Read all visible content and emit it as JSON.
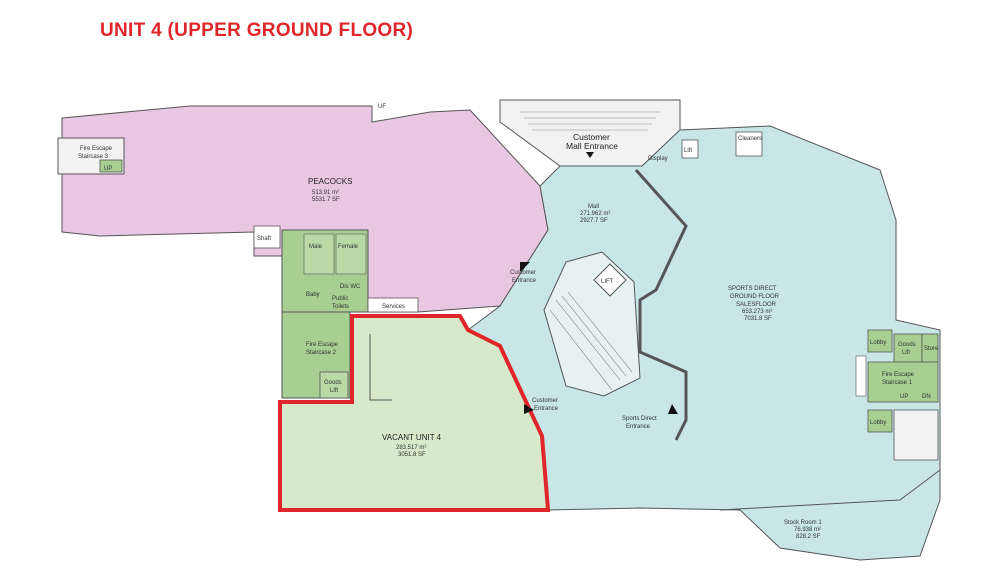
{
  "title": "UNIT 4  (UPPER GROUND FLOOR)",
  "colors": {
    "accent": "#e0262b",
    "peacocks": "#e9c7e2",
    "sports": "#c9e6e6",
    "vacant": "#d6eacb",
    "green_core": "#a7cf91",
    "stair": "#f2f2f2"
  },
  "labels": {
    "uf": "UF",
    "fire_escape_3_a": "Fire Escape",
    "fire_escape_3_b": "Staircase 3",
    "up_small": "UP",
    "peacocks_name": "PEACOCKS",
    "peacocks_sqm": "513.91 m²",
    "peacocks_sqft": "5531.7 SF",
    "customer_mall_a": "Customer",
    "customer_mall_b": "Mall Entrance",
    "display": "Display",
    "lift": "Lift",
    "cleaners": "Cleaners",
    "mall_name": "Mall",
    "mall_sqm": "271.962 m²",
    "mall_sqft": "2927.7 SF",
    "shaft": "Shaft",
    "male": "Male",
    "female": "Female",
    "dis_wc": "Dis WC",
    "baby": "Baby",
    "public_toilets_a": "Public",
    "public_toilets_b": "Toilets",
    "services": "Services",
    "fire_escape_2_a": "Fire Escape",
    "fire_escape_2_b": "Staircase 2",
    "goods_lift_a": "Goods",
    "goods_lift_b": "Lift",
    "customer_entrance_a": "Customer",
    "customer_entrance_b": "Entrance",
    "lift_center": "LIFT",
    "sports_direct_a": "SPORTS DIRECT",
    "sports_direct_b": "GROUND FLOOR",
    "sports_direct_c": "SALESFLOOR",
    "sports_sqm": "653.273 m²",
    "sports_sqft": "7031.8 SF",
    "lobby": "Lobby",
    "goods_lift_r_a": "Goods",
    "goods_lift_r_b": "Lift",
    "store": "Store",
    "fire_escape_1_a": "Fire Escape",
    "fire_escape_1_b": "Staircase 1",
    "up": "UP",
    "dn": "DN",
    "vacant_name": "VACANT UNIT 4",
    "vacant_sqm": "283.517 m²",
    "vacant_sqft": "3051.8 SF",
    "sd_entrance_a": "Sports Direct",
    "sd_entrance_b": "Entrance",
    "stock_name": "Stock Room 1",
    "stock_sqm": "76.938 m²",
    "stock_sqft": "828.2 SF"
  }
}
